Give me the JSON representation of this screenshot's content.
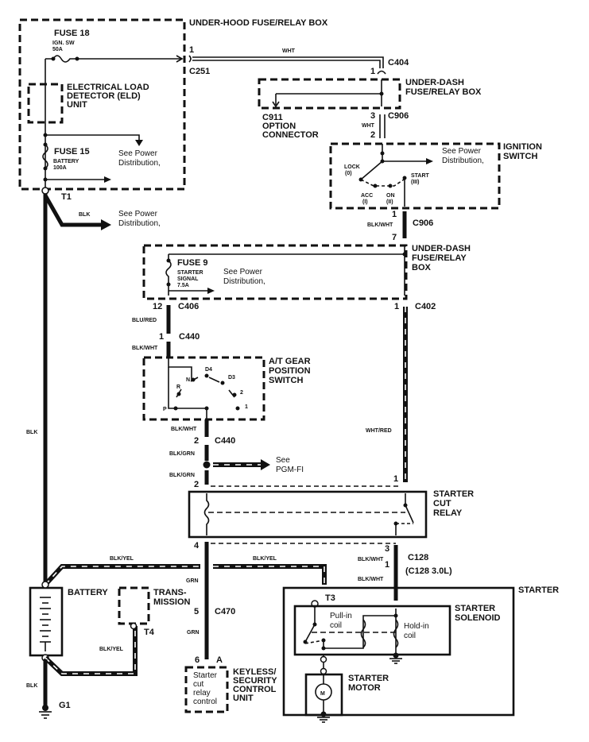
{
  "diagram": {
    "title": "Starter circuit wiring diagram",
    "components": {
      "under_hood_box": "UNDER-HOOD FUSE/RELAY BOX",
      "fuse18": {
        "name": "FUSE 18",
        "desc1": "IGN. SW",
        "desc2": "50A"
      },
      "eld": {
        "line1": "ELECTRICAL LOAD",
        "line2": "DETECTOR (ELD)",
        "line3": "UNIT"
      },
      "fuse15": {
        "name": "FUSE 15",
        "desc1": "BATTERY",
        "desc2": "100A"
      },
      "under_dash_box_top": {
        "line1": "UNDER-DASH",
        "line2": "FUSE/RELAY BOX"
      },
      "option_connector": {
        "line1": "C911",
        "line2": "OPTION",
        "line3": "CONNECTOR"
      },
      "ignition_switch": {
        "line1": "IGNITION",
        "line2": "SWITCH",
        "lock": "LOCK",
        "lock_n": "(0)",
        "acc": "ACC",
        "acc_n": "(I)",
        "on": "ON",
        "on_n": "(II)",
        "start": "START",
        "start_n": "(III)"
      },
      "under_dash_box_mid": {
        "line1": "UNDER-DASH",
        "line2": "FUSE/RELAY",
        "line3": "BOX"
      },
      "fuse9": {
        "name": "FUSE 9",
        "desc1": "STARTER",
        "desc2": "SIGNAL",
        "desc3": "7.5A"
      },
      "gear_switch": {
        "line1": "A/T GEAR",
        "line2": "POSITION",
        "line3": "SWITCH",
        "positions": [
          "P",
          "R",
          "N",
          "D4",
          "D3",
          "2",
          "1"
        ]
      },
      "starter_cut_relay": {
        "line1": "STARTER",
        "line2": "CUT",
        "line3": "RELAY"
      },
      "battery": "BATTERY",
      "transmission": {
        "line1": "TRANS-",
        "line2": "MISSION"
      },
      "keyless": {
        "line1": "KEYLESS/",
        "line2": "SECURITY",
        "line3": "CONTROL",
        "line4": "UNIT",
        "inner1": "Starter",
        "inner2": "cut",
        "inner3": "relay",
        "inner4": "control"
      },
      "starter": "STARTER",
      "solenoid": {
        "line1": "STARTER",
        "line2": "SOLENOID",
        "pull1": "Pull-in",
        "pull2": "coil",
        "hold1": "Hold-in",
        "hold2": "coil"
      },
      "motor": {
        "line1": "STARTER",
        "line2": "MOTOR",
        "symbol": "M"
      }
    },
    "see_power": {
      "line1": "See Power",
      "line2": "Distribution,"
    },
    "see_pgm": {
      "line1": "See",
      "line2": "PGM-FI"
    },
    "connectors": {
      "c251": "C251",
      "c404": "C404",
      "c906a": "C906",
      "c906b": "C906",
      "c406": "C406",
      "c402": "C402",
      "c440a": "C440",
      "c440b": "C440",
      "c128": "C128",
      "c128_30": "(C128 3.0L)",
      "c470": "C470"
    },
    "terminals": {
      "t1": "T1",
      "t3": "T3",
      "t4": "T4",
      "g1": "G1",
      "a": "A"
    },
    "pins": {
      "p1_c251": "1",
      "p1_c404": "1",
      "p3_c906": "3",
      "p2_c906": "2",
      "p1_c906b": "1",
      "p7_c906b": "7",
      "p12": "12",
      "p1_c402": "1",
      "p1_c440": "1",
      "p2_c440": "2",
      "p2_relay": "2",
      "p1_relay": "1",
      "p4_relay": "4",
      "p3_c128": "3",
      "p1_c128": "1",
      "p5_c470": "5",
      "p6": "6"
    },
    "wires": {
      "wht": "WHT",
      "wht2": "WHT",
      "blk": "BLK",
      "blk_main": "BLK",
      "blk_g1": "BLK",
      "blk_wht_ign": "BLK/WHT",
      "blu_red": "BLU/RED",
      "blk_wht_440": "BLK/WHT",
      "blk_wht_gear": "BLK/WHT",
      "blk_grn1": "BLK/GRN",
      "blk_grn2": "BLK/GRN",
      "wht_red": "WHT/RED",
      "blk_yel1": "BLK/YEL",
      "blk_yel2": "BLK/YEL",
      "blk_yel3": "BLK/YEL",
      "grn1": "GRN",
      "grn2": "GRN",
      "blk_wht_c128a": "BLK/WHT",
      "blk_wht_c128b": "BLK/WHT"
    }
  }
}
